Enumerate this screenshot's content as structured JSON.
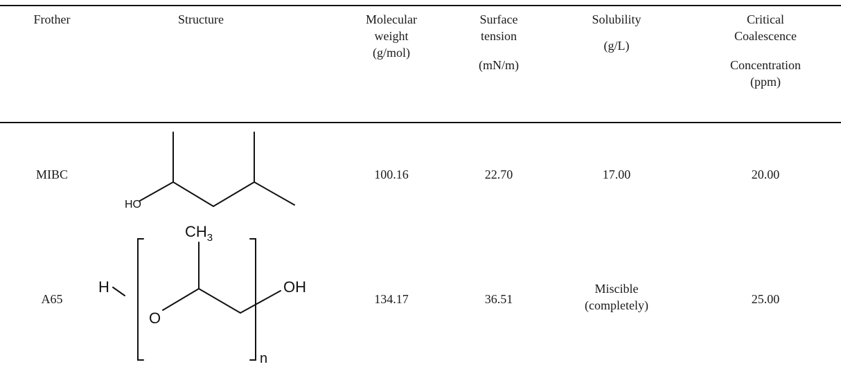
{
  "table": {
    "headers": {
      "frother": "Frother",
      "structure": "Structure",
      "mw_1": "Molecular",
      "mw_2": "weight",
      "mw_3": "(g/mol)",
      "st_1": "Surface",
      "st_2": "tension",
      "st_3": "(mN/m)",
      "sol_1": "Solubility",
      "sol_2": "(g/L)",
      "ccc_1": "Critical",
      "ccc_2": "Coalescence",
      "ccc_3": "Concentration",
      "ccc_4": "(ppm)"
    },
    "rows": [
      {
        "frother": "MIBC",
        "structure_labels": {
          "ho": "HO"
        },
        "mw": "100.16",
        "st": "22.70",
        "sol": "17.00",
        "ccc": "20.00"
      },
      {
        "frother": "A65",
        "structure_labels": {
          "ch": "CH",
          "sub3": "3",
          "h": "H",
          "o": "O",
          "oh": "OH",
          "n": "n"
        },
        "mw": "134.17",
        "st": "36.51",
        "sol_1": "Miscible",
        "sol_2": "(completely)",
        "ccc": "25.00"
      }
    ]
  }
}
